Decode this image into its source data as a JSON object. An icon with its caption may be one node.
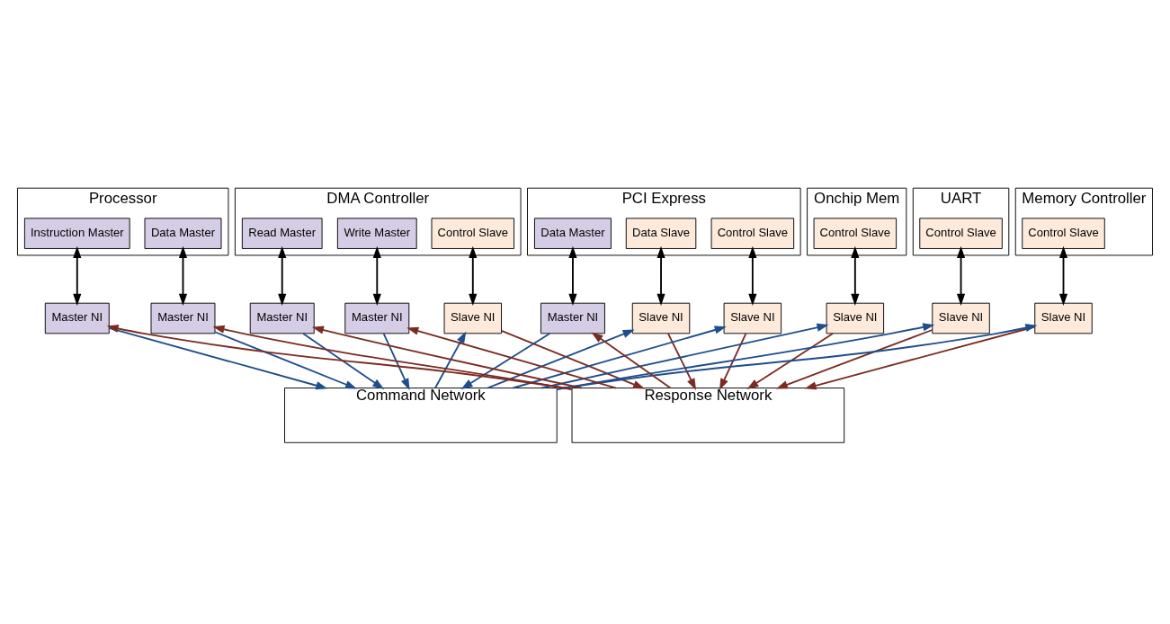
{
  "diagram": {
    "nodes": [
      {
        "text": [
          "Processor"
        ]
      },
      {
        "text": [
          "Instruction Master"
        ],
        "in": 0
      },
      {
        "text": [
          "Data Master"
        ],
        "in": 0
      },
      {
        "text": [
          "DMA Controller"
        ]
      },
      {
        "text": [
          "Read Master"
        ],
        "in": 3
      },
      {
        "text": [
          "Write Master"
        ],
        "in": 3
      },
      {
        "text": [
          "Control Slave"
        ],
        "in": 3
      },
      {
        "text": [
          "PCI Express"
        ]
      },
      {
        "text": [
          "Data Master"
        ],
        "in": 7
      },
      {
        "text": [
          "Data Slave"
        ],
        "in": 7
      },
      {
        "text": [
          "Control Slave"
        ],
        "in": 7
      },
      {
        "text": [
          "Onchip Mem"
        ]
      },
      {
        "text": [
          "Control Slave"
        ],
        "in": 11
      },
      {
        "text": [
          "UART"
        ]
      },
      {
        "text": [
          "Control Slave"
        ],
        "in": 13
      },
      {
        "text": [
          "Memory Controller"
        ]
      },
      {
        "text": [
          "Control Slave"
        ],
        "in": 15
      },
      {
        "text": [
          "Master NI"
        ]
      },
      {
        "text": [
          "Master NI"
        ]
      },
      {
        "text": [
          "Master NI"
        ]
      },
      {
        "text": [
          "Master NI"
        ]
      },
      {
        "text": [
          "Slave NI"
        ]
      },
      {
        "text": [
          "Master NI"
        ]
      },
      {
        "text": [
          "Slave NI"
        ]
      },
      {
        "text": [
          "Slave NI"
        ]
      },
      {
        "text": [
          "Slave NI"
        ]
      },
      {
        "text": [
          "Slave NI"
        ]
      },
      {
        "text": [
          "Slave NI"
        ]
      },
      {
        "text": [
          "Command Network"
        ]
      },
      {
        "text": [
          "Response Network"
        ]
      }
    ],
    "edges": [
      {
        "from": 1,
        "to": 17,
        "arrow": "both",
        "color": "#000000"
      },
      {
        "from": 2,
        "to": 18,
        "arrow": "both",
        "color": "#000000"
      },
      {
        "from": 4,
        "to": 19,
        "arrow": "both",
        "color": "#000000"
      },
      {
        "from": 5,
        "to": 20,
        "arrow": "both",
        "color": "#000000"
      },
      {
        "from": 6,
        "to": 21,
        "arrow": "both",
        "color": "#000000"
      },
      {
        "from": 8,
        "to": 22,
        "arrow": "both",
        "color": "#000000"
      },
      {
        "from": 9,
        "to": 23,
        "arrow": "both",
        "color": "#000000"
      },
      {
        "from": 10,
        "to": 24,
        "arrow": "both",
        "color": "#000000"
      },
      {
        "from": 12,
        "to": 25,
        "arrow": "both",
        "color": "#000000"
      },
      {
        "from": 14,
        "to": 26,
        "arrow": "both",
        "color": "#000000"
      },
      {
        "from": 16,
        "to": 27,
        "arrow": "both",
        "color": "#000000"
      },
      {
        "from": 17,
        "to": 28,
        "arrow": "to",
        "color": "#1f4e8c"
      },
      {
        "from": 29,
        "to": 17,
        "arrow": "to",
        "color": "#7b2c22"
      },
      {
        "from": 18,
        "to": 28,
        "arrow": "to",
        "color": "#1f4e8c"
      },
      {
        "from": 29,
        "to": 18,
        "arrow": "to",
        "color": "#7b2c22"
      },
      {
        "from": 19,
        "to": 28,
        "arrow": "to",
        "color": "#1f4e8c"
      },
      {
        "from": 29,
        "to": 19,
        "arrow": "to",
        "color": "#7b2c22"
      },
      {
        "from": 20,
        "to": 28,
        "arrow": "to",
        "color": "#1f4e8c"
      },
      {
        "from": 29,
        "to": 20,
        "arrow": "to",
        "color": "#7b2c22"
      },
      {
        "from": 28,
        "to": 21,
        "arrow": "to",
        "color": "#1f4e8c"
      },
      {
        "from": 21,
        "to": 29,
        "arrow": "to",
        "color": "#7b2c22"
      },
      {
        "from": 22,
        "to": 28,
        "arrow": "to",
        "color": "#1f4e8c"
      },
      {
        "from": 29,
        "to": 22,
        "arrow": "to",
        "color": "#7b2c22"
      },
      {
        "from": 28,
        "to": 23,
        "arrow": "to",
        "color": "#1f4e8c"
      },
      {
        "from": 23,
        "to": 29,
        "arrow": "to",
        "color": "#7b2c22"
      },
      {
        "from": 28,
        "to": 24,
        "arrow": "to",
        "color": "#1f4e8c"
      },
      {
        "from": 24,
        "to": 29,
        "arrow": "to",
        "color": "#7b2c22"
      },
      {
        "from": 28,
        "to": 25,
        "arrow": "to",
        "color": "#1f4e8c"
      },
      {
        "from": 25,
        "to": 29,
        "arrow": "to",
        "color": "#7b2c22"
      },
      {
        "from": 28,
        "to": 26,
        "arrow": "to",
        "color": "#1f4e8c"
      },
      {
        "from": 26,
        "to": 29,
        "arrow": "to",
        "color": "#7b2c22"
      },
      {
        "from": 28,
        "to": 27,
        "arrow": "to",
        "color": "#1f4e8c"
      },
      {
        "from": 27,
        "to": 29,
        "arrow": "to",
        "color": "#7b2c22"
      }
    ]
  }
}
